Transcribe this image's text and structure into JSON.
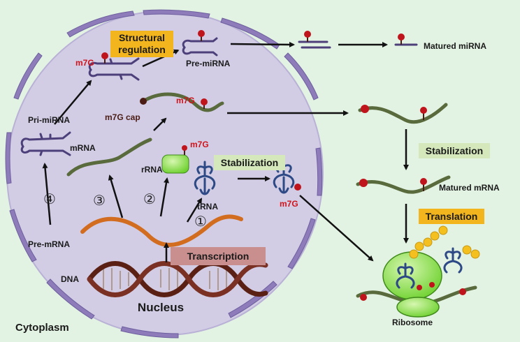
{
  "labels": {
    "structural_regulation_1": "Structural",
    "structural_regulation_2": "regulation",
    "m7g": "m7G",
    "pre_mirna": "Pre-miRNA",
    "matured_mirna": "Matured miRNA",
    "pri_mirna": "Pri-miRNA",
    "m7g_cap": "m7G cap",
    "mrna": "mRNA",
    "rrna": "rRNA",
    "stabilization": "Stabilization",
    "trna": "tRNA",
    "matured_mrna": "Matured mRNA",
    "translation": "Translation",
    "pre_mrna": "Pre-mRNA",
    "transcription": "Transcription",
    "dna": "DNA",
    "nucleus": "Nucleus",
    "cytoplasm": "Cytoplasm",
    "ribosome": "Ribosome",
    "step_1": "①",
    "step_2": "②",
    "step_3": "③",
    "step_4": "④"
  },
  "colors": {
    "background": "#e3f3e3",
    "nucleus_fill": "#d2cde5",
    "nuclear_pore": "#8d7bba",
    "mrna_strand": "#596a3c",
    "pre_mrna_strand": "#d26c1e",
    "dna_strand": "#5a2014",
    "m7g_dot": "#c0141c",
    "rrna_green": "#8fe35a",
    "trna_blue": "#2e4a86",
    "mirna_purple": "#4c3f7a",
    "highlight_orange": "#f2b51d",
    "highlight_green": "#d4e8bc",
    "highlight_pink": "#c98f8f",
    "gold_chain": "#f3c020"
  }
}
